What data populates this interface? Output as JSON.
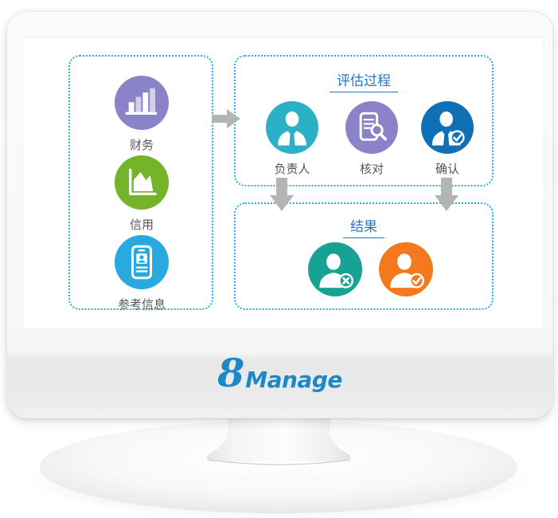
{
  "logo": {
    "prefix": "8",
    "name": "Manage",
    "color": "#1a89c5"
  },
  "colors": {
    "panel_border": "#29a9e1",
    "arrow": "#b4b4b4",
    "title": "#2277c8",
    "label": "#555555"
  },
  "inputs_panel": {
    "items": [
      {
        "label": "财务",
        "icon": "bar-chart-icon",
        "color": "#8b83c9"
      },
      {
        "label": "信用",
        "icon": "area-chart-icon",
        "color": "#74b42b"
      },
      {
        "label": "参考信息",
        "icon": "id-card-icon",
        "color": "#28a9e0"
      }
    ]
  },
  "process_panel": {
    "title": "评估过程",
    "items": [
      {
        "label": "负责人",
        "icon": "manager-icon",
        "color": "#2bb0c5"
      },
      {
        "label": "核对",
        "icon": "document-search-icon",
        "color": "#8b83c9"
      },
      {
        "label": "确认",
        "icon": "person-check-icon",
        "color": "#1170b5"
      }
    ]
  },
  "result_panel": {
    "title": "结果",
    "items": [
      {
        "label": "",
        "icon": "person-rejected-icon",
        "color": "#18a294"
      },
      {
        "label": "",
        "icon": "person-approved-icon",
        "color": "#f4791e"
      }
    ]
  }
}
